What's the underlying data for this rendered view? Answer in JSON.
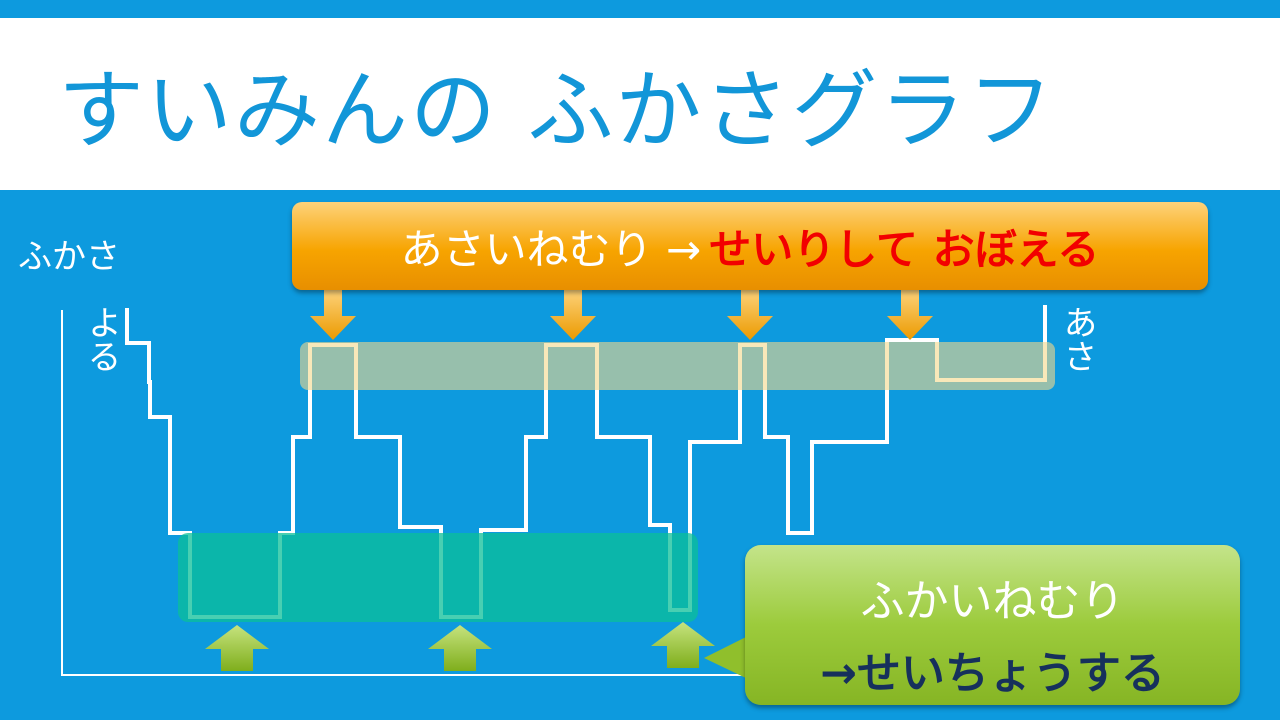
{
  "title": "すいみんの ふかさグラフ",
  "axis": {
    "y_label": "ふかさ",
    "start_label": "よる",
    "end_label": "あさ"
  },
  "callout_light_sleep": {
    "prefix": "あさいねむり →",
    "highlight": "せいりして おぼえる"
  },
  "callout_deep_sleep": {
    "line1": "ふかいねむり",
    "line2": "→せいちょうする"
  },
  "colors": {
    "background": "#0d9ade",
    "title": "#1296d8",
    "highlight_red": "#f20000",
    "deep_band": "#0bbf98",
    "light_band": "#b9c98a"
  }
}
